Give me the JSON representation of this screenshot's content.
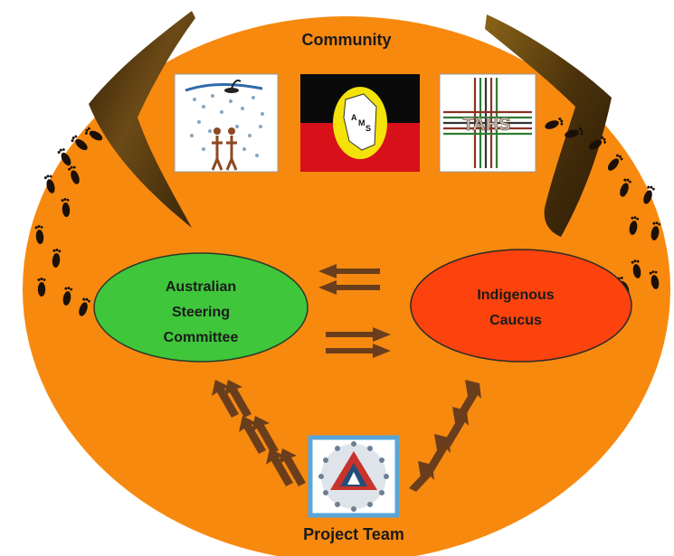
{
  "diagram": {
    "top_label": "Community",
    "bottom_label": "Project Team",
    "left_node": {
      "lines": [
        "Australian",
        "Steering",
        "Committee"
      ]
    },
    "right_node": {
      "lines": [
        "Indigenous",
        "Caucus"
      ]
    },
    "logos": {
      "middle_logo_text": [
        "A",
        "M",
        "S"
      ],
      "right_logo_text": "TAHS"
    }
  },
  "colors": {
    "background_orange": "#f7890f",
    "left_node_green": "#3fc63a",
    "right_node_red": "#fc430d",
    "arrow_brown": "#6a3e1c",
    "boomerang_brown": "#5b3d10",
    "flag_red": "#d8101a",
    "flag_black": "#0a0a0a",
    "flag_yellow": "#f4e20b",
    "frame_blue": "#58a6d8"
  },
  "icons": [
    "boomerang-left-icon",
    "boomerang-right-icon",
    "footprints-icon",
    "aboriginal-flag-icon",
    "project-team-logo-icon"
  ]
}
